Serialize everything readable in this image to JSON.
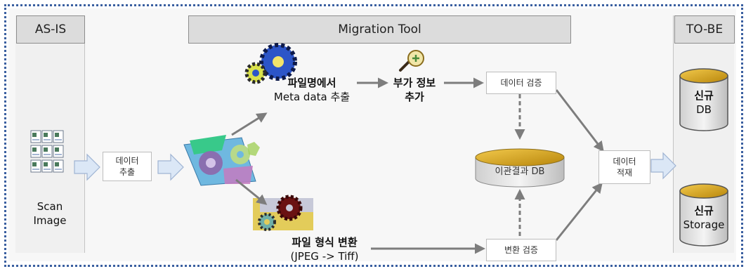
{
  "headers": {
    "as_is": "AS-IS",
    "migration_tool": "Migration Tool",
    "to_be": "TO-BE"
  },
  "as_is": {
    "source_line1": "Scan",
    "source_line2": "Image"
  },
  "steps": {
    "extract_line1": "데이터",
    "extract_line2": "추출",
    "meta_line1": "파일명에서",
    "meta_line2": "Meta data 추출",
    "addinfo_line1": "부가 정보",
    "addinfo_line2": "추가",
    "verify_data": "데이터 검증",
    "convert_line1": "파일 형식 변환",
    "convert_line2": "(JPEG -> Tiff)",
    "verify_convert": "변환 검증",
    "load_line1": "데이터",
    "load_line2": "적재",
    "result_db": "이관결과 DB"
  },
  "to_be": {
    "db_line1": "신규",
    "db_line2": "DB",
    "storage_line1": "신규",
    "storage_line2": "Storage"
  },
  "colors": {
    "frame": "#3a5fa0",
    "arrow": "#7d7d7d",
    "block_arrow_fill": "#dbe7f6",
    "block_arrow_stroke": "#9fb4d3",
    "cylinder_top": "#d9a72c",
    "cylinder_body": "#e6e6e6"
  }
}
